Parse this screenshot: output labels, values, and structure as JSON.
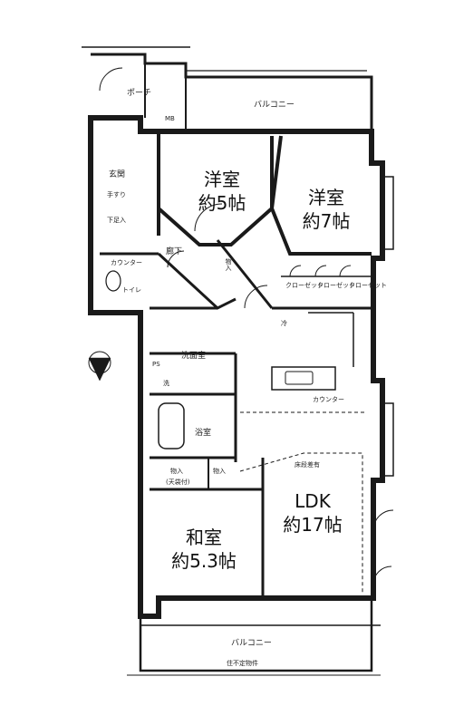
{
  "rooms": {
    "western_room_5": {
      "name": "洋室",
      "size": "約5帖"
    },
    "western_room_7": {
      "name": "洋室",
      "size": "約7帖"
    },
    "ldk": {
      "name": "LDK",
      "size": "約17帖"
    },
    "japanese_room": {
      "name": "和室",
      "size": "約5.3帖"
    }
  },
  "labels": {
    "porch": "ポーチ",
    "balcony_top": "バルコニー",
    "balcony_bottom": "バルコニー",
    "entrance": "玄関",
    "hallway": "廊下",
    "washroom": "洗面室",
    "bathroom": "浴室",
    "toilet": "トイレ",
    "storage_1": "物入",
    "storage_2": "物入",
    "storage_3": "物入",
    "closet_1": "クローゼット",
    "closet_2": "クローゼット",
    "closet_3": "クローゼット",
    "shoe_closet": "下足入",
    "counter": "カウンター",
    "kitchen_counter": "カウンター",
    "mb": "MB",
    "ps": "PS",
    "fridge": "冷",
    "washer": "洗",
    "futon_storage": "(天袋付)",
    "floor_change": "床段差有",
    "handrail": "手すり",
    "note_bottom": "住不定物件"
  },
  "colors": {
    "line": "#1a1a1a",
    "thin": "#555555",
    "paper": "#ffffff"
  }
}
